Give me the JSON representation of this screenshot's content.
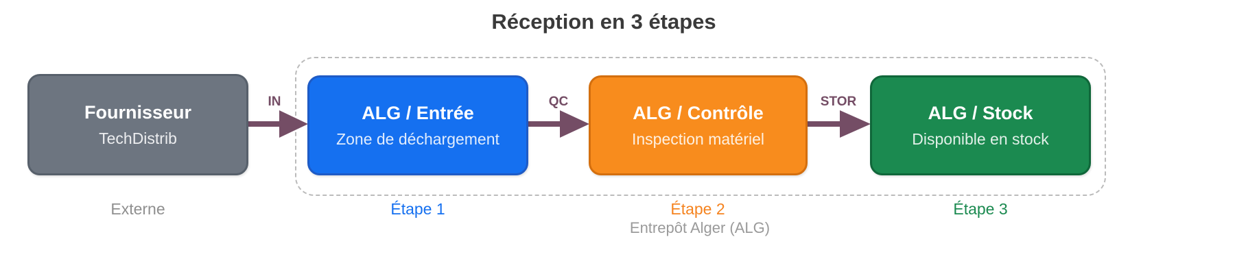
{
  "title": "Réception en 3 étapes",
  "group": {
    "label": "Entrepôt Alger (ALG)"
  },
  "nodes": [
    {
      "title": "Fournisseur",
      "subtitle": "TechDistrib",
      "caption": "Externe",
      "fill": "#6d7580",
      "border": "#57606b",
      "caption_color": "#8f8f8f"
    },
    {
      "title": "ALG / Entrée",
      "subtitle": "Zone de déchargement",
      "caption": "Étape 1",
      "fill": "#1570f0",
      "border": "#1e5bc6",
      "caption_color": "#1570f0"
    },
    {
      "title": "ALG / Contrôle",
      "subtitle": "Inspection matériel",
      "caption": "Étape 2",
      "fill": "#f88c1d",
      "border": "#d46f0e",
      "caption_color": "#f5831f"
    },
    {
      "title": "ALG / Stock",
      "subtitle": "Disponible en stock",
      "caption": "Étape 3",
      "fill": "#1b8a50",
      "border": "#10673a",
      "caption_color": "#1b8a50"
    }
  ],
  "edges": [
    {
      "label": "IN"
    },
    {
      "label": "QC"
    },
    {
      "label": "STOR"
    }
  ],
  "colors": {
    "edge": "#744d65",
    "title_text": "#3a3a3a",
    "group_border": "#bbbbbb",
    "group_label_text": "#9a9a9a",
    "background": "#ffffff"
  }
}
